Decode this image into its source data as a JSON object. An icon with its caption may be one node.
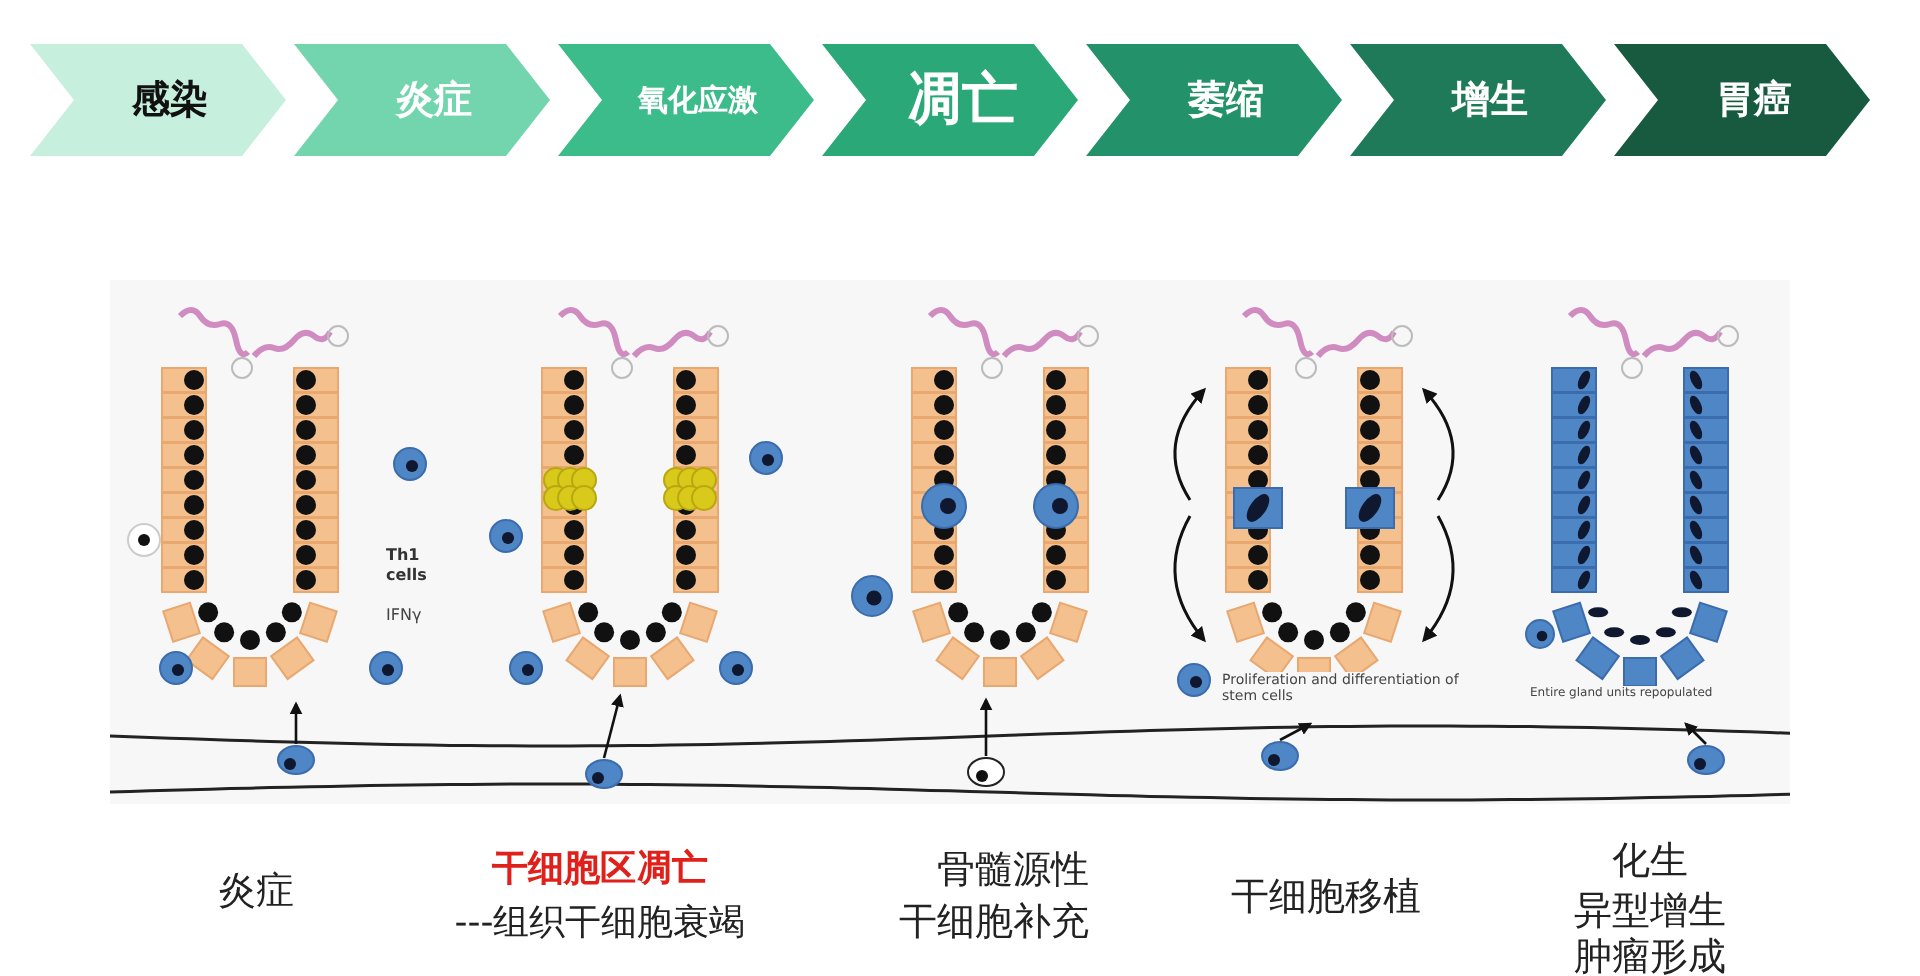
{
  "diagram": {
    "nodes": [
      {
        "text": [
          "感染"
        ]
      },
      {
        "text": [
          "炎症"
        ]
      },
      {
        "text": [
          "氧化应激"
        ]
      },
      {
        "text": [
          "凋亡"
        ]
      },
      {
        "text": [
          "萎缩"
        ]
      },
      {
        "text": [
          "增生"
        ]
      },
      {
        "text": [
          "胃癌"
        ]
      }
    ],
    "labels": [
      "Th1 cells",
      "IFNγ",
      "Proliferation and differentiation of stem cells",
      "Entire gland units repopulated",
      "炎症",
      "干细胞区凋亡",
      "---组织干细胞衰竭",
      "骨髓源性干细胞补充",
      "干细胞移植",
      "化生",
      "异型增生",
      "肿瘤形成"
    ]
  }
}
